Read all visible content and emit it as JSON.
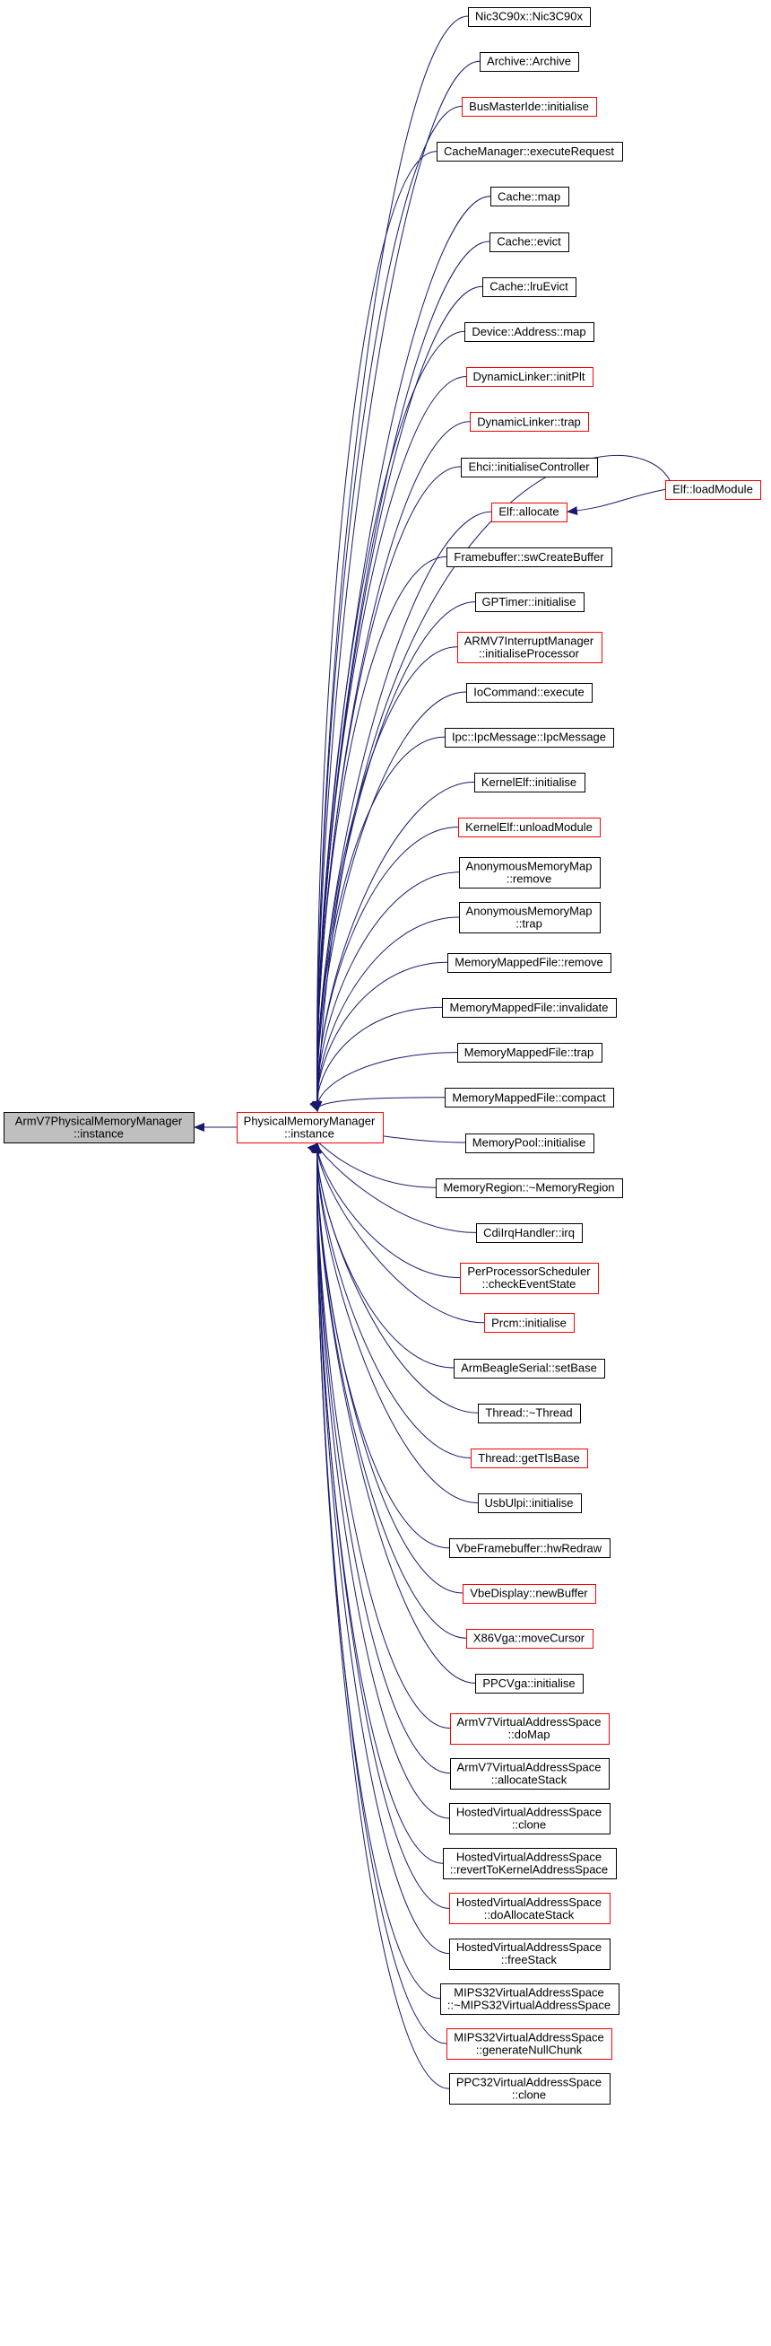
{
  "colors": {
    "edge": "#191970",
    "border_normal": "#000000",
    "border_highlight": "#ff0000",
    "fill_root": "#bfbfbf",
    "fill_node": "#ffffff",
    "text": "#000000"
  },
  "root_node": {
    "lines": [
      "ArmV7PhysicalMemoryManager",
      "::instance"
    ],
    "style": "root"
  },
  "center_node": {
    "lines": [
      "PhysicalMemoryManager",
      "::instance"
    ],
    "style": "red"
  },
  "elf_loadmodule_node": {
    "lines": [
      "Elf::loadModule"
    ],
    "style": "red"
  },
  "callers": [
    {
      "lines": [
        "Nic3C90x::Nic3C90x"
      ],
      "style": "black"
    },
    {
      "lines": [
        "Archive::Archive"
      ],
      "style": "black"
    },
    {
      "lines": [
        "BusMasterIde::initialise"
      ],
      "style": "red"
    },
    {
      "lines": [
        "CacheManager::executeRequest"
      ],
      "style": "black"
    },
    {
      "lines": [
        "Cache::map"
      ],
      "style": "black"
    },
    {
      "lines": [
        "Cache::evict"
      ],
      "style": "black"
    },
    {
      "lines": [
        "Cache::lruEvict"
      ],
      "style": "black"
    },
    {
      "lines": [
        "Device::Address::map"
      ],
      "style": "black"
    },
    {
      "lines": [
        "DynamicLinker::initPlt"
      ],
      "style": "red"
    },
    {
      "lines": [
        "DynamicLinker::trap"
      ],
      "style": "red"
    },
    {
      "lines": [
        "Ehci::initialiseController"
      ],
      "style": "black"
    },
    {
      "lines": [
        "Elf::allocate"
      ],
      "style": "red"
    },
    {
      "lines": [
        "Framebuffer::swCreateBuffer"
      ],
      "style": "black"
    },
    {
      "lines": [
        "GPTimer::initialise"
      ],
      "style": "black"
    },
    {
      "lines": [
        "ARMV7InterruptManager",
        "::initialiseProcessor"
      ],
      "style": "red"
    },
    {
      "lines": [
        "IoCommand::execute"
      ],
      "style": "black"
    },
    {
      "lines": [
        "Ipc::IpcMessage::IpcMessage"
      ],
      "style": "black"
    },
    {
      "lines": [
        "KernelElf::initialise"
      ],
      "style": "black"
    },
    {
      "lines": [
        "KernelElf::unloadModule"
      ],
      "style": "red"
    },
    {
      "lines": [
        "AnonymousMemoryMap",
        "::remove"
      ],
      "style": "black"
    },
    {
      "lines": [
        "AnonymousMemoryMap",
        "::trap"
      ],
      "style": "black"
    },
    {
      "lines": [
        "MemoryMappedFile::remove"
      ],
      "style": "black"
    },
    {
      "lines": [
        "MemoryMappedFile::invalidate"
      ],
      "style": "black"
    },
    {
      "lines": [
        "MemoryMappedFile::trap"
      ],
      "style": "black"
    },
    {
      "lines": [
        "MemoryMappedFile::compact"
      ],
      "style": "black"
    },
    {
      "lines": [
        "MemoryPool::initialise"
      ],
      "style": "black"
    },
    {
      "lines": [
        "MemoryRegion::~MemoryRegion"
      ],
      "style": "black"
    },
    {
      "lines": [
        "CdiIrqHandler::irq"
      ],
      "style": "black"
    },
    {
      "lines": [
        "PerProcessorScheduler",
        "::checkEventState"
      ],
      "style": "red"
    },
    {
      "lines": [
        "Prcm::initialise"
      ],
      "style": "red"
    },
    {
      "lines": [
        "ArmBeagleSerial::setBase"
      ],
      "style": "black"
    },
    {
      "lines": [
        "Thread::~Thread"
      ],
      "style": "black"
    },
    {
      "lines": [
        "Thread::getTlsBase"
      ],
      "style": "red"
    },
    {
      "lines": [
        "UsbUlpi::initialise"
      ],
      "style": "black"
    },
    {
      "lines": [
        "VbeFramebuffer::hwRedraw"
      ],
      "style": "black"
    },
    {
      "lines": [
        "VbeDisplay::newBuffer"
      ],
      "style": "red"
    },
    {
      "lines": [
        "X86Vga::moveCursor"
      ],
      "style": "red"
    },
    {
      "lines": [
        "PPCVga::initialise"
      ],
      "style": "black"
    },
    {
      "lines": [
        "ArmV7VirtualAddressSpace",
        "::doMap"
      ],
      "style": "red"
    },
    {
      "lines": [
        "ArmV7VirtualAddressSpace",
        "::allocateStack"
      ],
      "style": "black"
    },
    {
      "lines": [
        "HostedVirtualAddressSpace",
        "::clone"
      ],
      "style": "black"
    },
    {
      "lines": [
        "HostedVirtualAddressSpace",
        "::revertToKernelAddressSpace"
      ],
      "style": "black"
    },
    {
      "lines": [
        "HostedVirtualAddressSpace",
        "::doAllocateStack"
      ],
      "style": "red"
    },
    {
      "lines": [
        "HostedVirtualAddressSpace",
        "::freeStack"
      ],
      "style": "black"
    },
    {
      "lines": [
        "MIPS32VirtualAddressSpace",
        "::~MIPS32VirtualAddressSpace"
      ],
      "style": "black"
    },
    {
      "lines": [
        "MIPS32VirtualAddressSpace",
        "::generateNullChunk"
      ],
      "style": "red"
    },
    {
      "lines": [
        "PPC32VirtualAddressSpace",
        "::clone"
      ],
      "style": "black"
    }
  ],
  "extra_edges": [
    {
      "from": "elf_loadmodule_node",
      "to_caller_index": 11
    }
  ]
}
